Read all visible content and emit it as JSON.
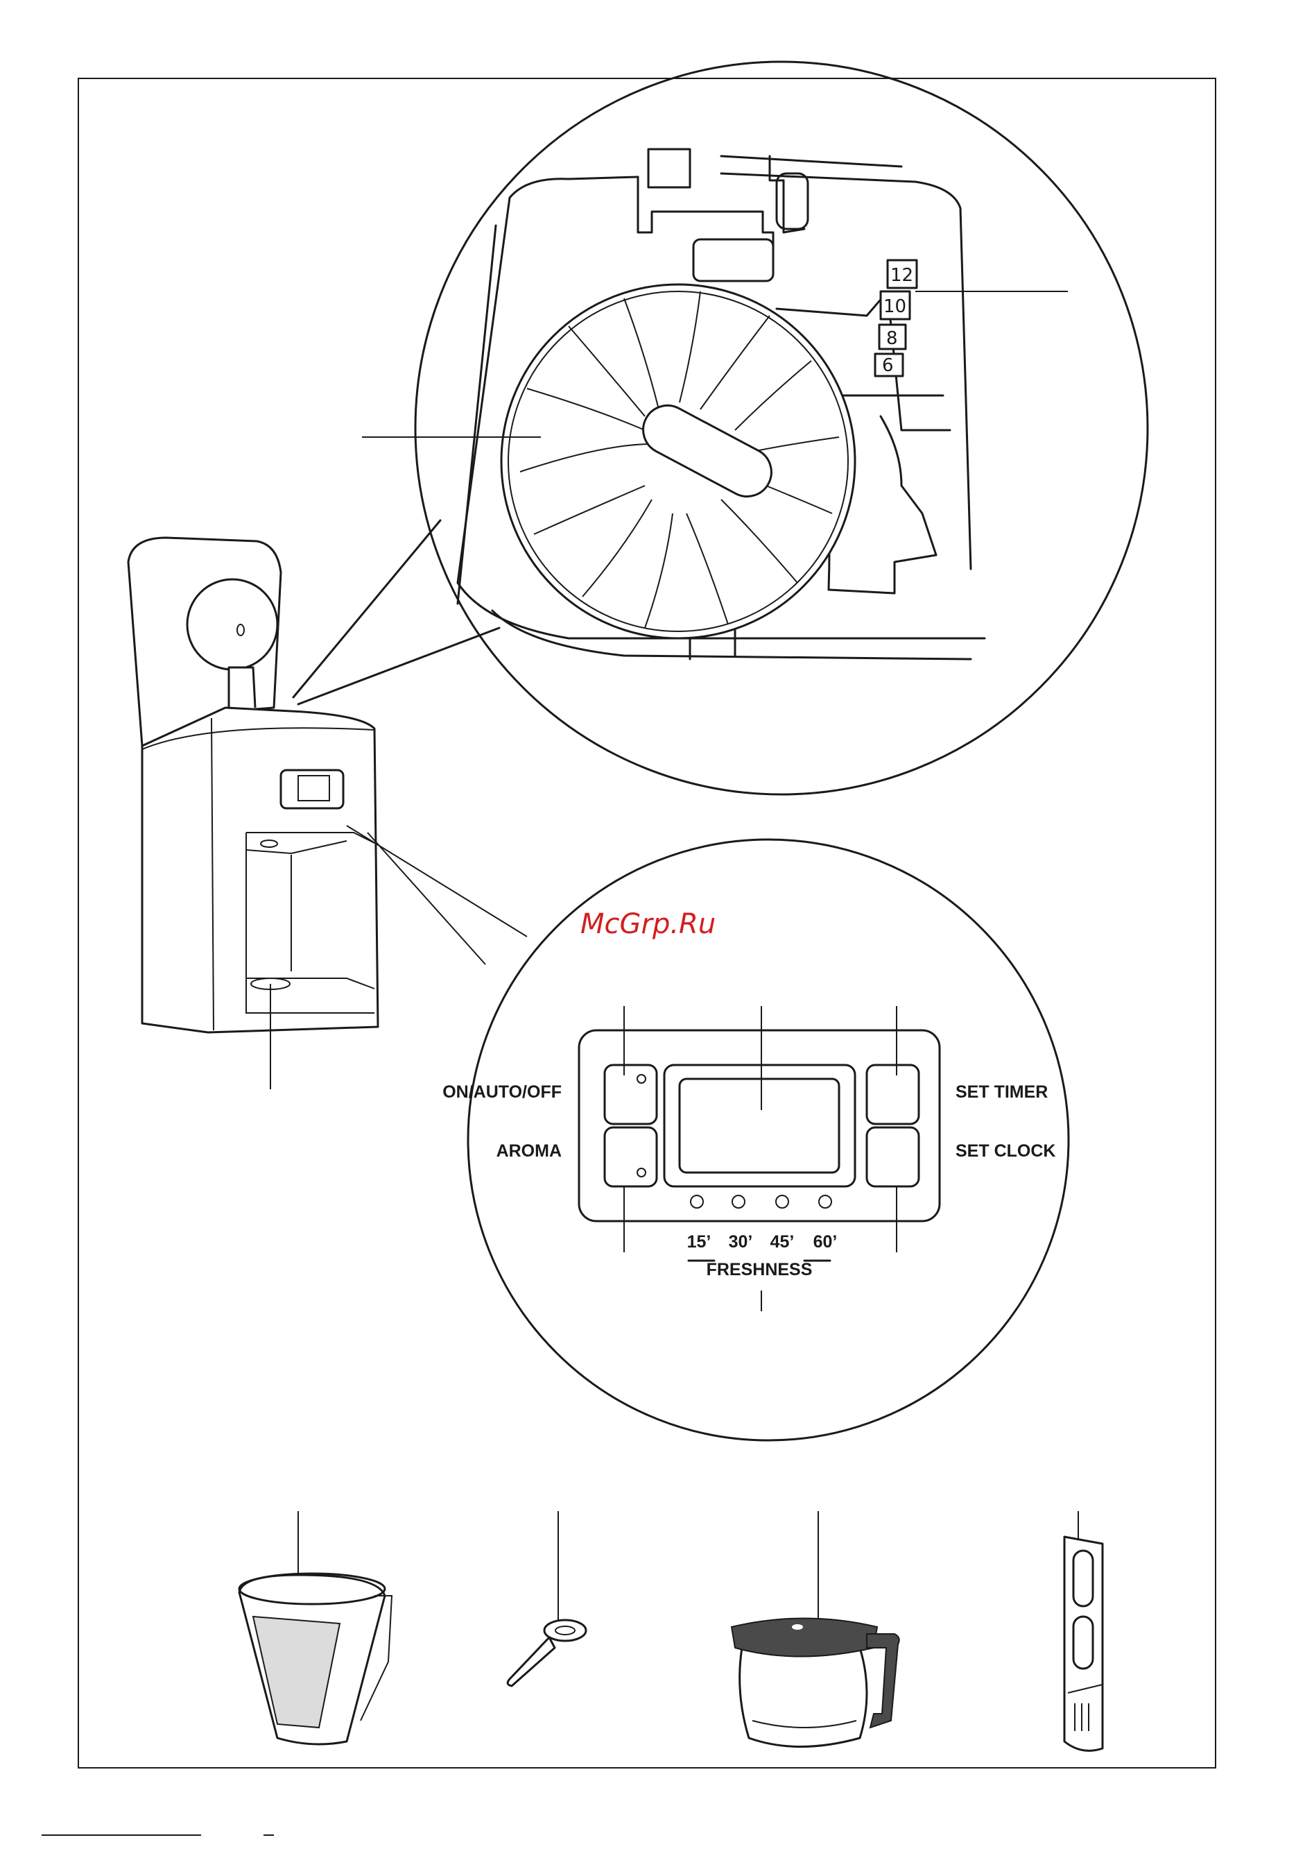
{
  "watermark": "McGrp.Ru",
  "panel": {
    "left_top": "ON/AUTO/OFF",
    "left_bottom": "AROMA",
    "right_top": "SET TIMER",
    "right_bottom": "SET CLOCK",
    "freshness_title": "FRESHNESS",
    "freshness_times": [
      "15’",
      "30’",
      "45’",
      "60’"
    ]
  },
  "cup_scale": [
    "12",
    "10",
    "8",
    "6"
  ],
  "icons": {
    "machine": "coffee-maker-illustration",
    "filter": "filter-basket-illustration",
    "scoop": "measuring-scoop-illustration",
    "carafe": "glass-carafe-illustration",
    "water_filter": "water-filter-holder-illustration"
  }
}
